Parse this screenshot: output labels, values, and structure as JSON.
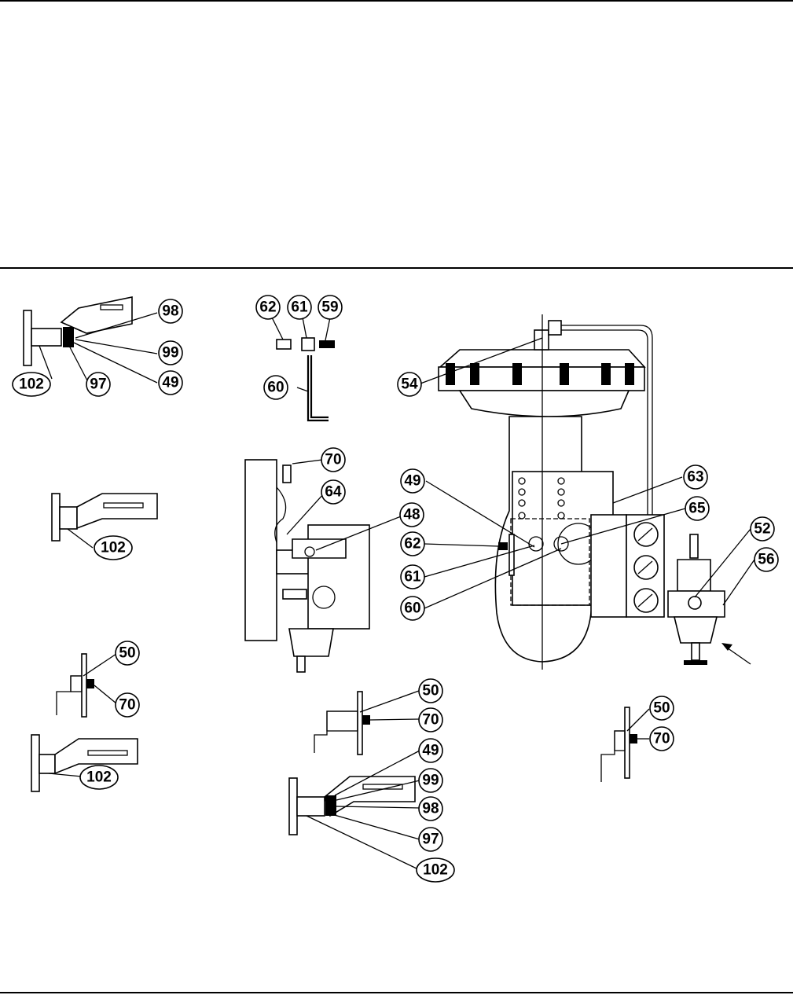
{
  "figure": {
    "callouts": {
      "c98a": "98",
      "c99a": "99",
      "c49a": "49",
      "c97a": "97",
      "c102a": "102",
      "c62a": "62",
      "c61a": "61",
      "c59": "59",
      "c60a": "60",
      "c54": "54",
      "c70a": "70",
      "c64": "64",
      "c48": "48",
      "c102b": "102",
      "c49b": "49",
      "c62b": "62",
      "c61b": "61",
      "c60b": "60",
      "c63": "63",
      "c65": "65",
      "c52": "52",
      "c56": "56",
      "c50a": "50",
      "c70b": "70",
      "c50b": "50",
      "c70c": "70",
      "c50c": "50",
      "c70d": "70",
      "c102c": "102",
      "c49c": "49",
      "c99b": "99",
      "c98b": "98",
      "c97b": "97",
      "c102d": "102"
    }
  },
  "colors": {
    "ink": "#000000",
    "paper": "#ffffff"
  }
}
